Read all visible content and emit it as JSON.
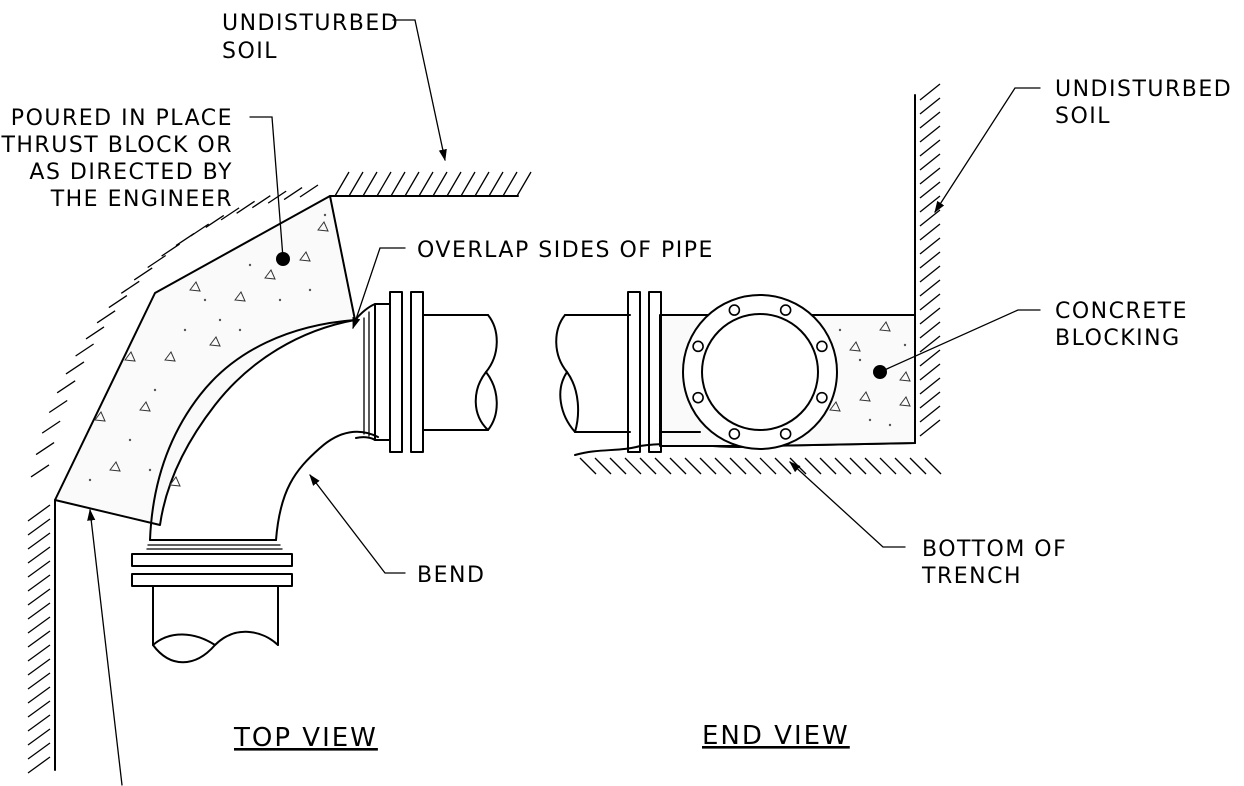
{
  "labels": {
    "undisturbed_soil_top_1": "UNDISTURBED",
    "undisturbed_soil_top_2": "SOIL",
    "thrust_block_1": "POURED IN PLACE",
    "thrust_block_2": "THRUST BLOCK OR",
    "thrust_block_3": "AS DIRECTED BY",
    "thrust_block_4": "THE ENGINEER",
    "overlap": "OVERLAP SIDES OF PIPE",
    "undisturbed_soil_right_1": "UNDISTURBED",
    "undisturbed_soil_right_2": "SOIL",
    "concrete_blocking_1": "CONCRETE",
    "concrete_blocking_2": "BLOCKING",
    "bend": "BEND",
    "bottom_trench_1": "BOTTOM OF",
    "bottom_trench_2": "TRENCH"
  },
  "titles": {
    "top_view": "TOP VIEW",
    "end_view": "END VIEW"
  }
}
